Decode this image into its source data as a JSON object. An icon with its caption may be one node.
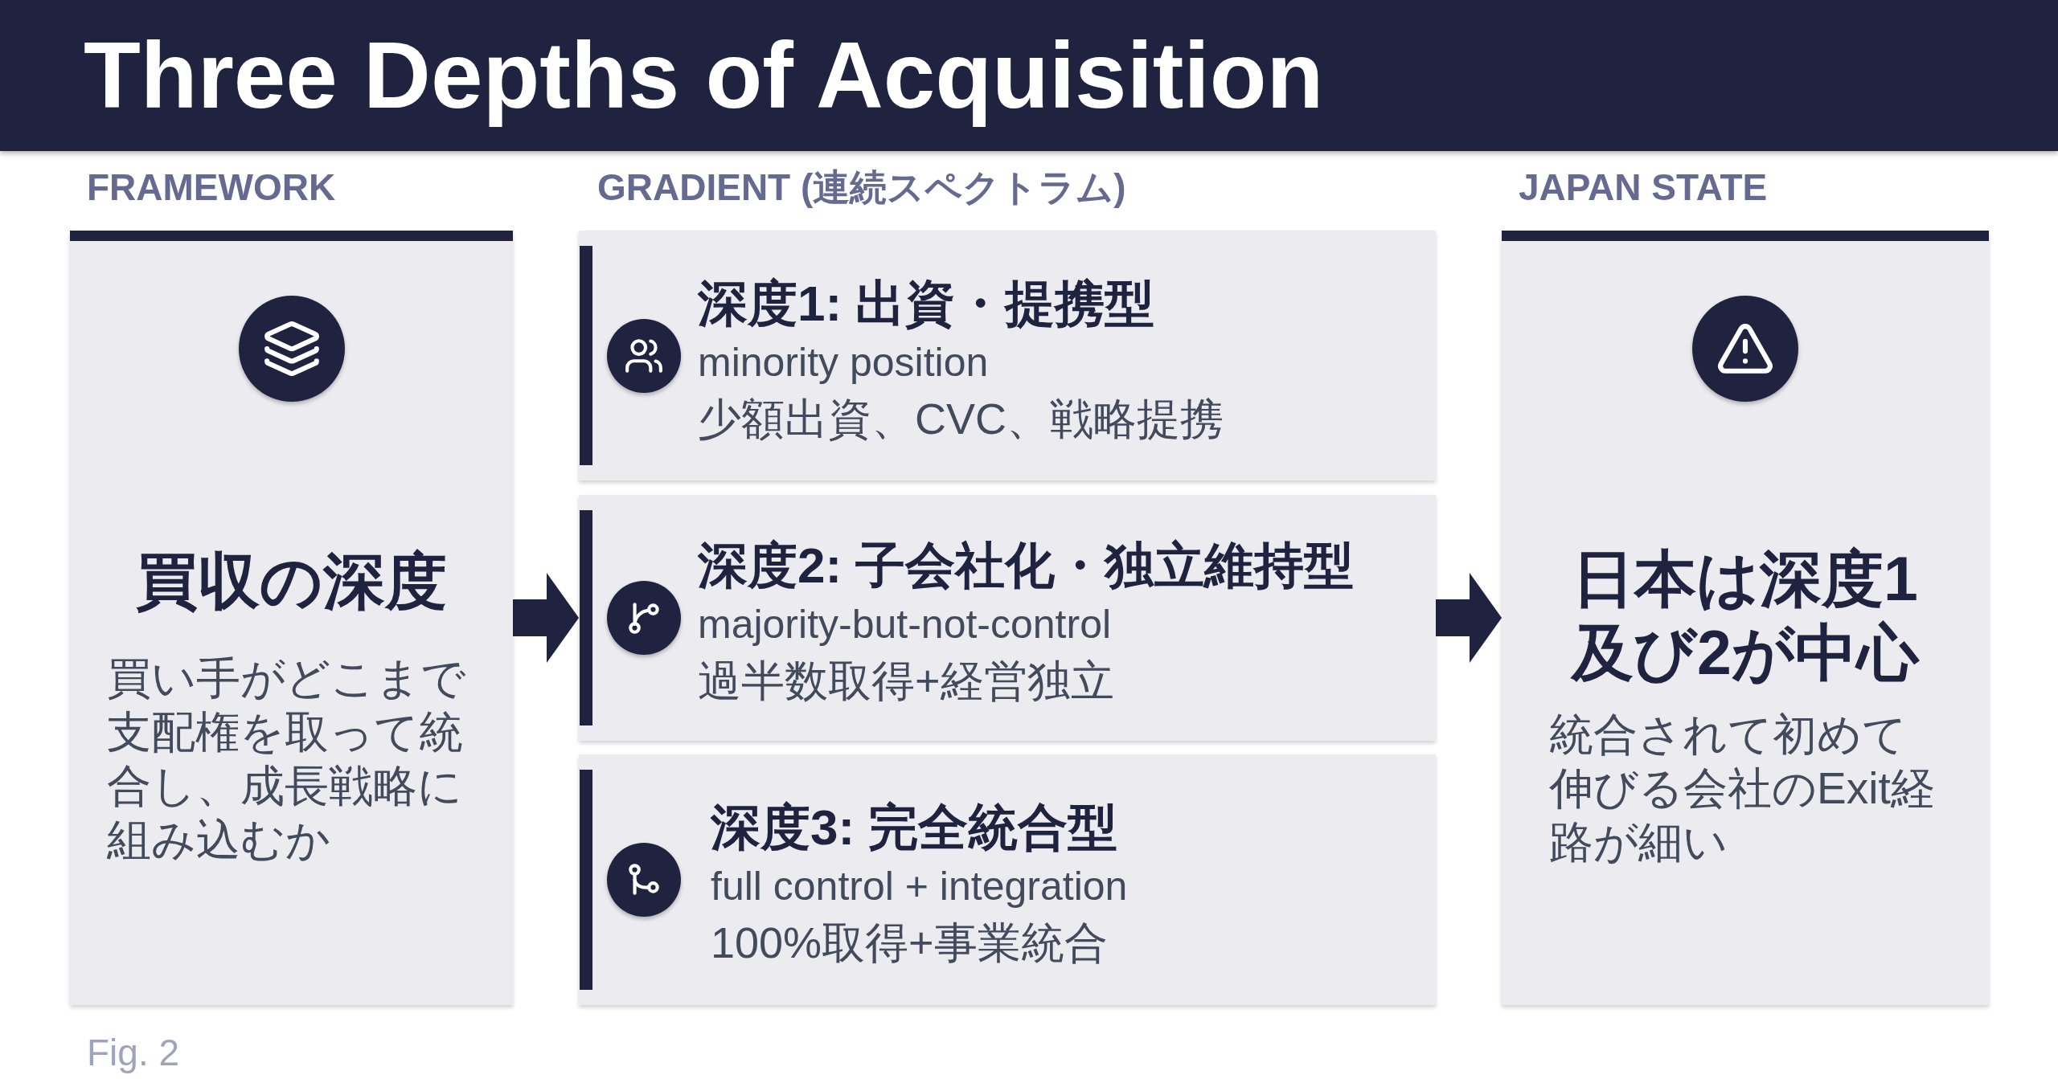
{
  "diagram": {
    "title": "Three Depths of Acquisition",
    "caption": "Fig. 2",
    "nodes": [
      {
        "text": [
          "FRAMEWORK",
          "買収の深度",
          "買い手がどこまで支配権を取って統合し、成長戦略に組み込むか"
        ]
      },
      {
        "text": [
          "深度1: 出資・提携型",
          "minority position",
          "少額出資、CVC、戦略提携"
        ]
      },
      {
        "text": [
          "深度2: 子会社化・独立維持型",
          "majority-but-not-control",
          "過半数取得+経営独立"
        ]
      },
      {
        "text": [
          "深度3: 完全統合型",
          "full control + integration",
          "100%取得+事業統合"
        ]
      },
      {
        "text": [
          "JAPAN STATE",
          "日本は深度1及び2が中心",
          "統合されて初めて伸びる会社のExit経路が細い"
        ]
      }
    ],
    "edges": [
      {
        "from": 0,
        "to": 2,
        "arrow": "to"
      },
      {
        "from": 2,
        "to": 4,
        "arrow": "to"
      }
    ],
    "labels": [
      "GRADIENT (連続スペクトラム)"
    ]
  }
}
